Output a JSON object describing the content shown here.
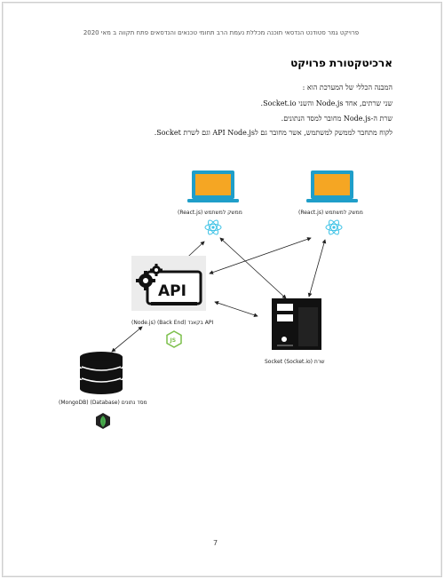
{
  "header": {
    "text": "פרויקט גמר סטודנט הנדסאי תוכנה מכללת נעמת הרב תחומי טכנאים והנדסאים פתח תקווה ב מאי 2020"
  },
  "section": {
    "title": "ארכיטקטורת פרויקט"
  },
  "paragraphs": {
    "p1": "המבנה הכללי של המערכת הוא :",
    "p2": "שני שרתים, אחד Node.js והשני Socket.io.",
    "p3": "שרת ה-Node.js מחובר למסד הנתונים.",
    "p4": "לקוח מתחבר לממשק למשתמש, אשר מחובר גם לAPI Node.js וגם לשרת Socket."
  },
  "diagram": {
    "client_left_label": "ממשק למשתמש (React.js)",
    "client_right_label": "ממשק למשתמש (React.js)",
    "api_text": "API",
    "api_label": "API בקאנד (Back End) (Node.js)",
    "nodejs_badge": "JS",
    "socket_label": "שרת Socket (Socket.io)",
    "db_label": "מסד נתונים (Database) (MongoDB)"
  },
  "footer": {
    "page_number": "7"
  },
  "colors": {
    "laptop_screen": "#f5a623",
    "laptop_frame": "#1f9ec9",
    "react": "#3fc3e6",
    "node_green": "#7cbf4b",
    "mongo_green": "#3f8f3a"
  }
}
